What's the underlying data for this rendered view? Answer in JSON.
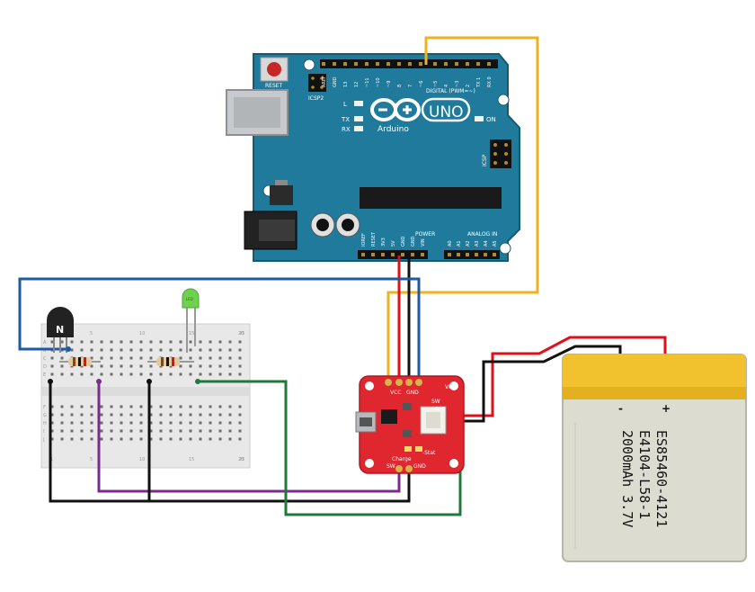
{
  "arduino": {
    "reset_label": "RESET",
    "icsp2_label": "ICSP2",
    "icsp_label": "ICSP",
    "digital_label": "DIGITAL (PWM=~)",
    "power_label": "POWER",
    "analog_label": "ANALOG IN",
    "led_l": "L",
    "led_tx": "TX",
    "led_rx": "RX",
    "on_label": "ON",
    "brand": "Arduino",
    "model": "UNO",
    "top_pins": [
      "AREF",
      "GND",
      "13",
      "12",
      "~11",
      "~10",
      "~9",
      "8",
      "7",
      "~6",
      "~5",
      "4",
      "~3",
      "2",
      "TX 1",
      "RX 0"
    ],
    "power_pins": [
      "IOREF",
      "RESET",
      "3V3",
      "5V",
      "GND",
      "GND",
      "VIN"
    ],
    "analog_pins": [
      "A0",
      "A1",
      "A2",
      "A3",
      "A4",
      "A5"
    ],
    "board_color": "#1f7a9c"
  },
  "breadboard": {
    "col_labels": [
      "1",
      "5",
      "10",
      "15",
      "20",
      "25"
    ],
    "row_labels": [
      "A",
      "B",
      "C",
      "D",
      "E",
      "F",
      "G",
      "H",
      "I",
      "J"
    ]
  },
  "transistor": {
    "label": "N"
  },
  "led": {
    "label": "LED",
    "color": "#6fd14f"
  },
  "charger": {
    "top_labels": [
      "VCC",
      "GND",
      "VIN"
    ],
    "side_labels": [
      "SW",
      "GND",
      "-Stat"
    ],
    "bottom_labels": [
      "SW",
      "GND"
    ],
    "charge_label": "Charge",
    "board_color": "#e0262f"
  },
  "battery": {
    "plus": "+",
    "minus": "-",
    "line1": "ES85460-4121",
    "line2": "E4104-L58-1",
    "line3": "2000mAh 3.7V",
    "body_color": "#dcdcd0",
    "cap_color": "#f2c12e"
  },
  "wire_colors": {
    "blue": "#1e5aa0",
    "orange": "#f0b21e",
    "red": "#e0101a",
    "black": "#111111",
    "purple": "#7a2c8c",
    "green": "#1f7a3a"
  }
}
